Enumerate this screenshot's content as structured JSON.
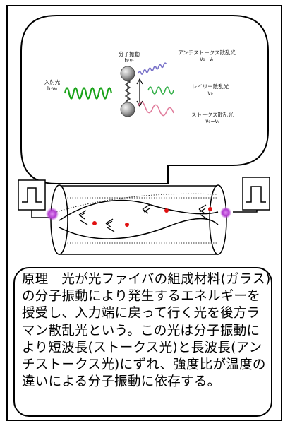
{
  "scattering_figure": {
    "incident_light": {
      "label": "入射光",
      "symbol": "h·ν₀"
    },
    "molecular_vibration": {
      "label": "分子振動",
      "symbol": "h·νᵣ"
    },
    "anti_stokes_light": {
      "label": "アンチストークス散乱光",
      "symbol": "ν₀+νᵣ"
    },
    "rayleigh_light": {
      "label": "レイリー散乱光",
      "symbol": "ν₀"
    },
    "stokes_light": {
      "label": "ストークス散乱光",
      "symbol": "ν₀−νᵣ"
    }
  },
  "caption": "原理　光が光ファイバの組成材料(ガラス)の分子振動により発生するエネルギーを授受し、入力端に戻って行く光を後方ラマン散乱光という。この光は分子振動により短波長(ストークス光)と長波長(アンチストークス光)にずれ、強度比が温度の違いによる分子振動に依存する。",
  "colors": {
    "incident_wave": "#1aa31a",
    "anti_stokes_wave": "#7a73c9",
    "rayleigh_wave": "#35b04a",
    "stokes_wave": "#e07a9a",
    "scatter_point": "#e01010",
    "end_glow": "#b13ad0"
  }
}
